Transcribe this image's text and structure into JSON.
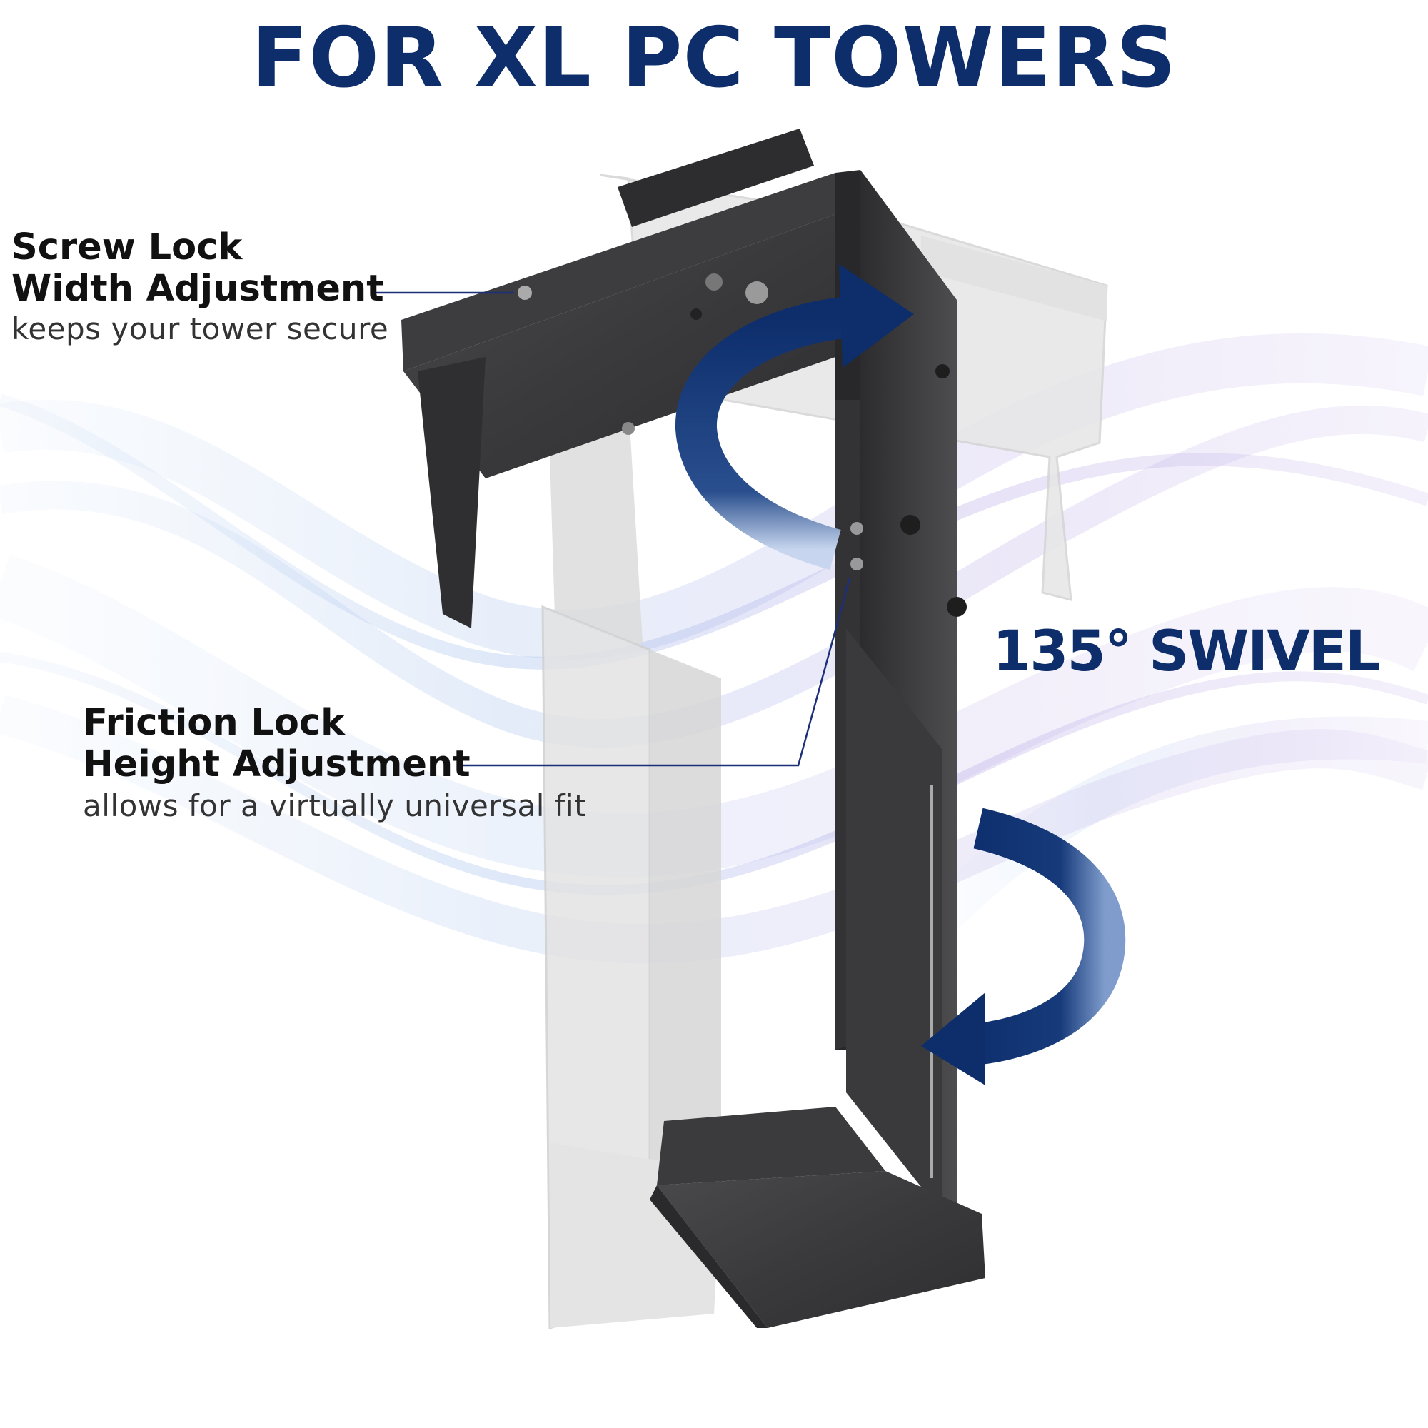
{
  "headline": "FOR XL PC TOWERS",
  "callouts": {
    "width": {
      "line1": "Screw Lock",
      "line2": "Width Adjustment",
      "sub": "keeps your tower secure"
    },
    "height": {
      "line1": "Friction Lock",
      "line2": "Height Adjustment",
      "sub": "allows for a virtually universal fit"
    }
  },
  "swivel_label": "135° SWIVEL",
  "colors": {
    "brand_navy": "#0d2d6b",
    "text_dark": "#111111",
    "text_sub": "#333333",
    "mount_metal": "#3b3b3d",
    "ghost_mount": "#e2e2e2",
    "leader_line": "#1d2f78",
    "wave_blue": "#a9c4ec",
    "wave_purple": "#c3b4ea"
  },
  "icons": {
    "swivel_arrow_top": "curved-arrow-icon",
    "swivel_arrow_bottom": "curved-arrow-icon"
  }
}
